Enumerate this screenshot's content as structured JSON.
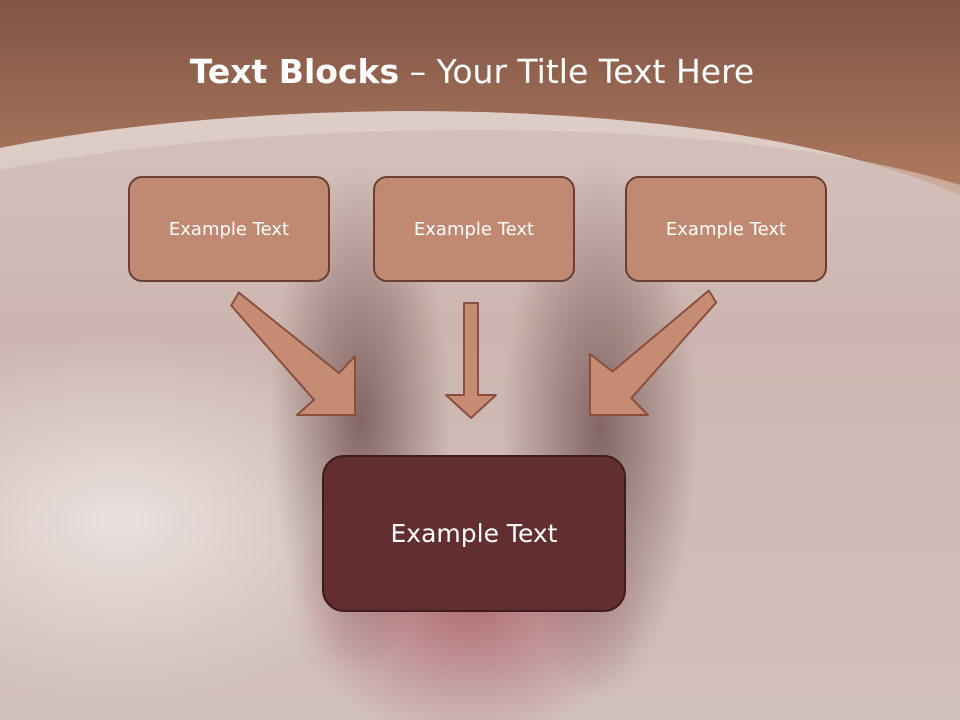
{
  "title": {
    "bold": "Text Blocks",
    "dash": "–",
    "rest": "Your Title Text Here"
  },
  "blocks": {
    "left": "Example Text",
    "center": "Example Text",
    "right": "Example Text",
    "result": "Example Text"
  },
  "colors": {
    "header": "#a86e55",
    "block_fill": "#c08a72",
    "block_border": "#6b3e33",
    "result_fill": "#632e30",
    "arrow_fill": "#c58c73",
    "arrow_stroke": "#8a4e3c"
  }
}
